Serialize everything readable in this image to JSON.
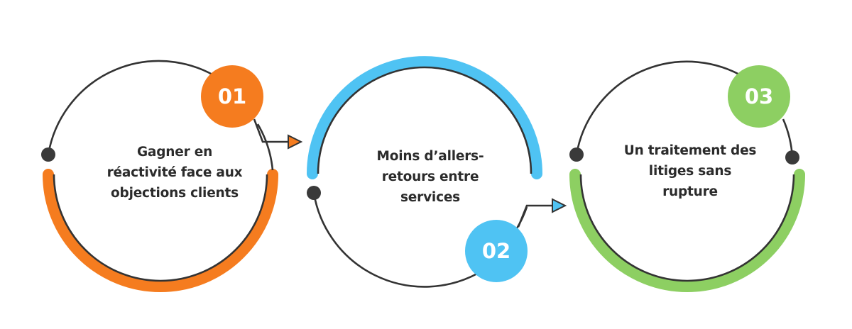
{
  "steps": [
    {
      "number": "01",
      "text_lines": [
        "Gagner en",
        "réactivité face aux",
        "objections clients"
      ],
      "color": "#f57c1f"
    },
    {
      "number": "02",
      "text_lines": [
        "Moins d’allers-",
        "retours entre",
        "services"
      ],
      "color": "#4fc3f3"
    },
    {
      "number": "03",
      "text_lines": [
        "Un traitement des",
        "litiges sans",
        "rupture"
      ],
      "color": "#8dcf62"
    }
  ],
  "colors": {
    "line": "#333333",
    "dot": "#3a3a3a",
    "orange": "#f57c1f",
    "blue": "#4fc3f3",
    "green": "#8dcf62"
  }
}
